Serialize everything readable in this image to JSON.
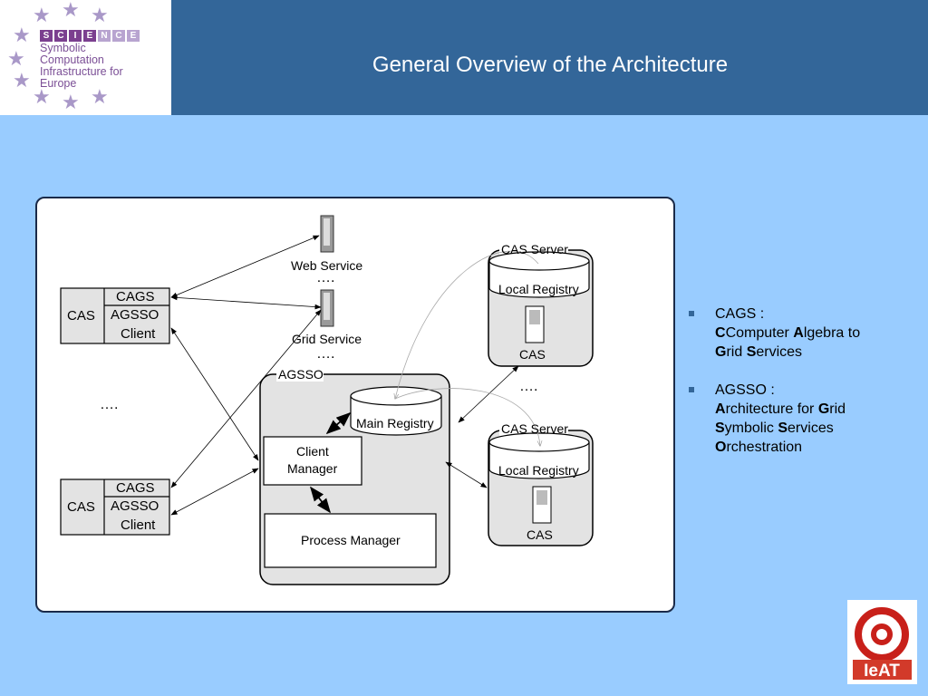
{
  "header": {
    "title": "General Overview of the Architecture",
    "logo": {
      "letters": [
        "S",
        "C",
        "I",
        "E",
        "N",
        "C",
        "E"
      ],
      "lines": [
        "Symbolic",
        "Computation",
        "Infrastructure for",
        "Europe"
      ]
    }
  },
  "diagram": {
    "clients": [
      {
        "cas": "CAS",
        "cags": "CAGS",
        "agsso": "AGSSO",
        "client": "Client"
      },
      {
        "cas": "CAS",
        "cags": "CAGS",
        "agsso": "AGSSO",
        "client": "Client"
      }
    ],
    "client_ellipsis": "….",
    "services": [
      {
        "label": "Web Service",
        "ellipsis": "…."
      },
      {
        "label": "Grid Service",
        "ellipsis": "…."
      }
    ],
    "agsso": {
      "label": "AGSSO",
      "main_registry": "Main Registry",
      "client_manager": [
        "Client",
        "Manager"
      ],
      "process_manager": "Process Manager"
    },
    "cas_servers": [
      {
        "label": "CAS Server",
        "registry": "Local Registry",
        "cas": "CAS"
      },
      {
        "label": "CAS Server",
        "registry": "Local Registry",
        "cas": "CAS"
      }
    ],
    "server_ellipsis": "…."
  },
  "legend": [
    {
      "term": "CAGS :",
      "lines": [
        [
          [
            "C",
            "Computer "
          ],
          [
            "A",
            "lgebra to"
          ]
        ],
        [
          [
            "G",
            "rid "
          ],
          [
            "S",
            "ervices"
          ]
        ]
      ]
    },
    {
      "term": "AGSSO :",
      "lines": [
        [
          [
            "A",
            "rchitecture for "
          ],
          [
            "G",
            "rid"
          ]
        ],
        [
          [
            "S",
            "ymbolic "
          ],
          [
            "S",
            "ervices"
          ]
        ],
        [
          [
            "O",
            "rchestration"
          ]
        ]
      ]
    }
  ],
  "footer_logo": "@ IeAT"
}
